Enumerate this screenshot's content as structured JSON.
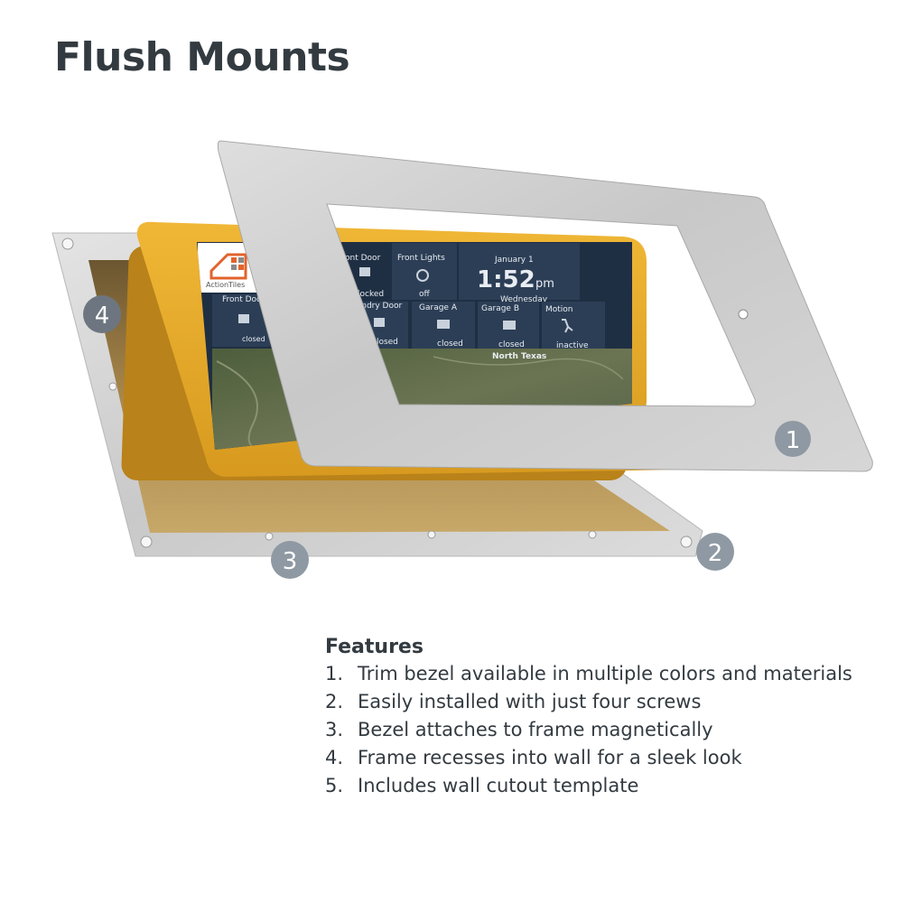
{
  "title": "Flush Mounts",
  "screen": {
    "logo_text": "ActionTiles",
    "tiles": {
      "front_door_top": {
        "title": "Front Door",
        "status": "locked"
      },
      "front_lights": {
        "title": "Front Lights",
        "status": "off"
      },
      "clock": {
        "date": "January 1",
        "time": "1:52",
        "ampm": "pm",
        "day": "Wednesday"
      },
      "front_door_left": {
        "title": "Front Door",
        "status": "closed"
      },
      "laundry_door": {
        "title": "Laundry Door",
        "status": "closed"
      },
      "garage_a": {
        "title": "Garage A",
        "status": "closed"
      },
      "garage_b": {
        "title": "Garage B",
        "status": "closed"
      },
      "motion": {
        "title": "Motion",
        "status": "inactive"
      },
      "map": {
        "label": "North Texas"
      }
    }
  },
  "badges": {
    "one": "1",
    "two": "2",
    "three": "3",
    "four": "4"
  },
  "features": {
    "heading": "Features",
    "items": [
      {
        "num": "1.",
        "text": "Trim bezel available in multiple colors and materials"
      },
      {
        "num": "2.",
        "text": "Easily installed with just four screws"
      },
      {
        "num": "3.",
        "text": "Bezel attaches to frame magnetically"
      },
      {
        "num": "4.",
        "text": "Frame recesses into wall for a sleek look"
      },
      {
        "num": "5.",
        "text": "Includes wall cutout template"
      }
    ]
  },
  "colors": {
    "title": "#333b41",
    "frame_silver": "#d3d3d3",
    "tablet_yellow": "#e9ad2c",
    "tile_navy": "#2c3e56",
    "badge_gray": "#8f99a3",
    "logo_orange": "#e2632c"
  }
}
